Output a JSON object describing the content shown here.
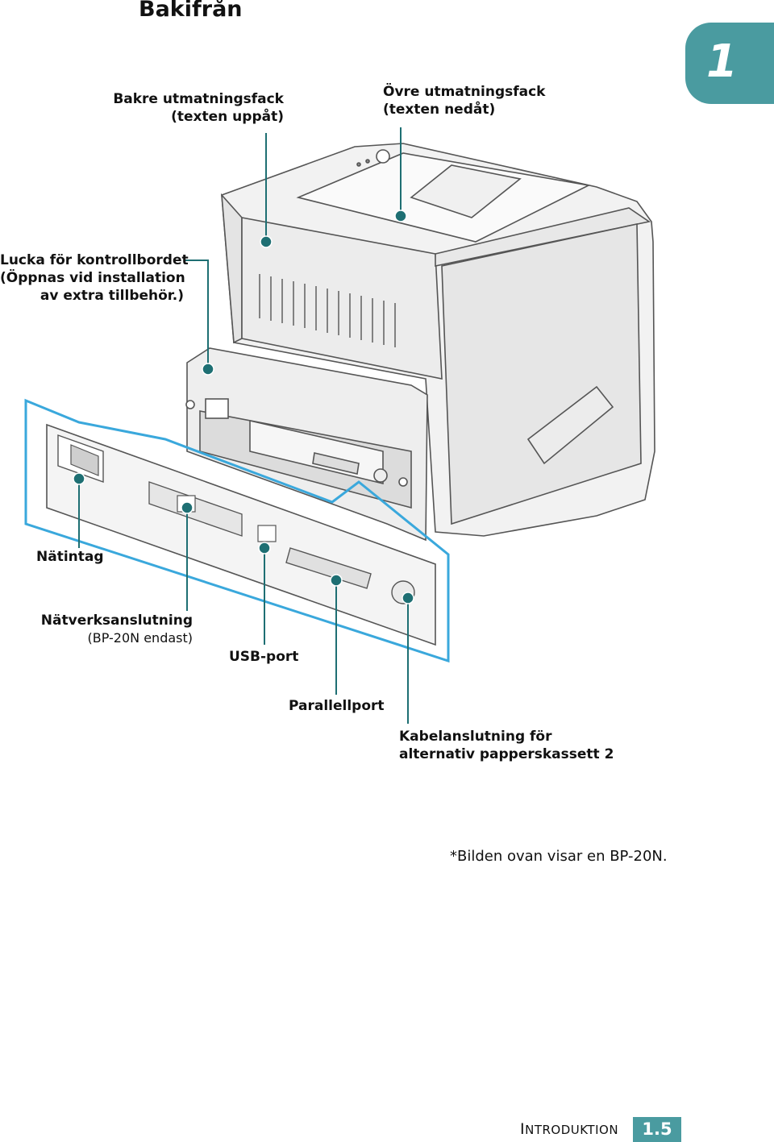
{
  "page": {
    "title": "Bakifrån",
    "chapter_number": "1",
    "footnote": "*Bilden ovan visar en BP-20N.",
    "footer": {
      "section_first_letter": "I",
      "section_rest": "NTRODUKTION",
      "page_number": "1.5"
    }
  },
  "callouts": {
    "rear_tray": {
      "line1": "Bakre utmatningsfack",
      "line2": "(texten uppåt)"
    },
    "top_tray": {
      "line1": "Övre utmatningsfack",
      "line2": "(texten nedåt)"
    },
    "control_cover": {
      "line1": "Lucka för kontrollbordet",
      "line2": "(Öppnas vid installation",
      "line3": "av extra tillbehör.)"
    },
    "power": {
      "label": "Nätintag"
    },
    "network": {
      "label": "Nätverksanslutning",
      "note": "(BP-20N endast)"
    },
    "usb": {
      "label": "USB-port"
    },
    "parallel": {
      "label": "Parallellport"
    },
    "tray2_cable": {
      "line1": "Kabelanslutning för",
      "line2": "alternativ papperskassett 2"
    }
  },
  "colors": {
    "accent": "#4a9ba0",
    "callout_line": "#1e6f73",
    "highlight_frame": "#3aa8dc"
  }
}
